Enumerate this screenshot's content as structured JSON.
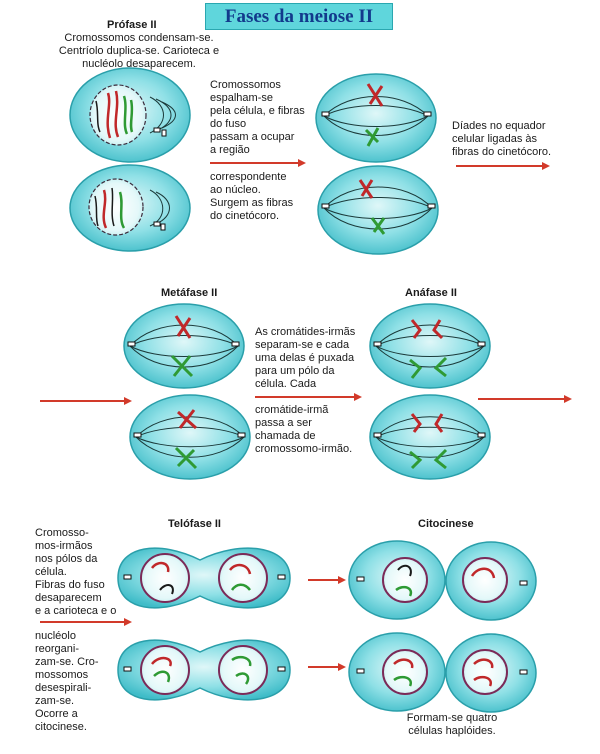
{
  "title": "Fases da meiose II",
  "stages": {
    "profase": {
      "heading": "Prófase II",
      "caption": [
        "Cromossomos condensam-se.",
        "Centríolo duplica-se. Carioteca e",
        "nucléolo desaparecem."
      ],
      "arrow_text_top": [
        "Cromossomos",
        "espalham-se",
        "pela célula, e fibras",
        "do fuso",
        "passam a ocupar",
        "a região"
      ],
      "arrow_text_bottom": [
        "correspondente",
        "ao núcleo.",
        "Surgem as fibras",
        "do cinetócoro."
      ],
      "right_text": [
        "Díades no equador",
        "celular ligadas às",
        "fibras do cinetócoro."
      ]
    },
    "metafase": {
      "heading": "Metáfase II"
    },
    "anafase": {
      "heading": "Anáfase II",
      "arrow_text_top": [
        "As cromátides-irmãs",
        "separam-se e cada",
        "uma delas é puxada",
        "para um pólo da",
        "célula. Cada"
      ],
      "arrow_text_bottom": [
        "cromátide-irmã",
        "passa a ser",
        "chamada de",
        "cromossomo-irmão."
      ]
    },
    "telofase": {
      "heading": "Telófase II",
      "caption_top": [
        "Cromosso-",
        "mos-irmãos",
        "nos pólos da",
        "célula.",
        "Fibras do fuso",
        "desaparecem",
        "e a carioteca e o"
      ],
      "caption_bottom": [
        "nucléolo",
        "reorgani-",
        "zam-se. Cro-",
        "mossomos",
        "desespirali-",
        "zam-se.",
        "Ocorre a",
        "citocinese."
      ]
    },
    "citocinese": {
      "heading": "Citocinese",
      "caption": [
        "Formam-se quatro",
        "células haplóides."
      ]
    }
  },
  "colors": {
    "cell_fill": "#5ccfd8",
    "cell_edge": "#2a9faa",
    "nucleus_fill": "#c6f0f2",
    "nucleus_edge": "#7b2a58",
    "chrom_red": "#c0282a",
    "chrom_green": "#2f9a34",
    "spindle": "#1b3a3a",
    "arrow": "#d23a2a",
    "title_box": "#5fd6dc",
    "title_text": "#123a8c"
  },
  "icons": {
    "arrow": "red-arrow-right",
    "centriole": "centriole-pair-icon"
  }
}
